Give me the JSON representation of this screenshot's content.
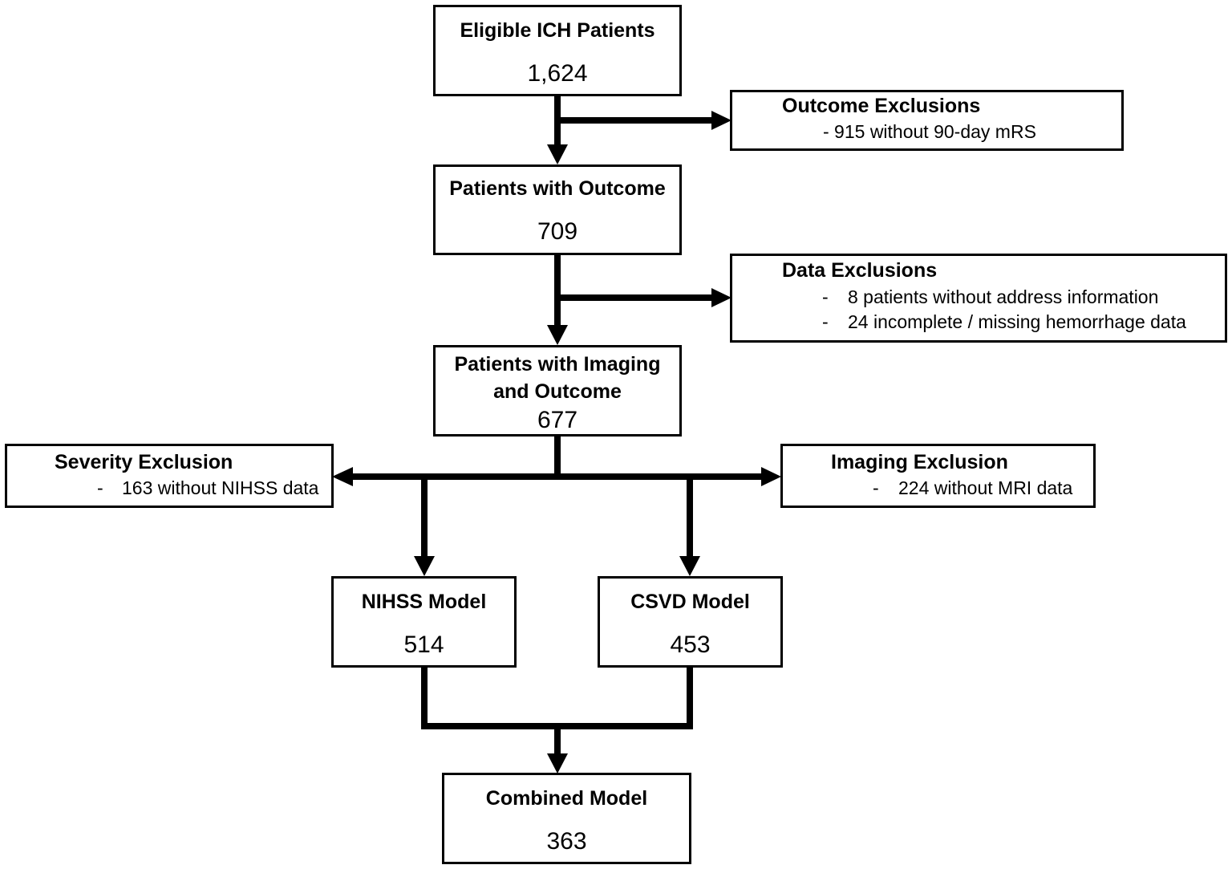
{
  "nodes": {
    "eligible": {
      "title": "Eligible ICH Patients",
      "count": "1,624"
    },
    "outcome": {
      "title": "Patients with Outcome",
      "count": "709"
    },
    "imaging": {
      "title_line1": "Patients with Imaging",
      "title_line2": "and Outcome",
      "count": "677"
    },
    "nihss": {
      "title": "NIHSS Model",
      "count": "514"
    },
    "csvd": {
      "title": "CSVD Model",
      "count": "453"
    },
    "combined": {
      "title": "Combined Model",
      "count": "363"
    }
  },
  "exclusions": {
    "outcome": {
      "title": "Outcome Exclusions",
      "items": [
        "- 915 without 90-day mRS"
      ]
    },
    "data": {
      "title": "Data Exclusions",
      "dash": "-",
      "items": [
        "8 patients without address information",
        "24 incomplete / missing hemorrhage data"
      ]
    },
    "severity": {
      "title": "Severity Exclusion",
      "dash": "-",
      "items": [
        "163 without NIHSS data"
      ]
    },
    "imaging": {
      "title": "Imaging Exclusion",
      "dash": "-",
      "items": [
        "224 without MRI data"
      ]
    }
  }
}
